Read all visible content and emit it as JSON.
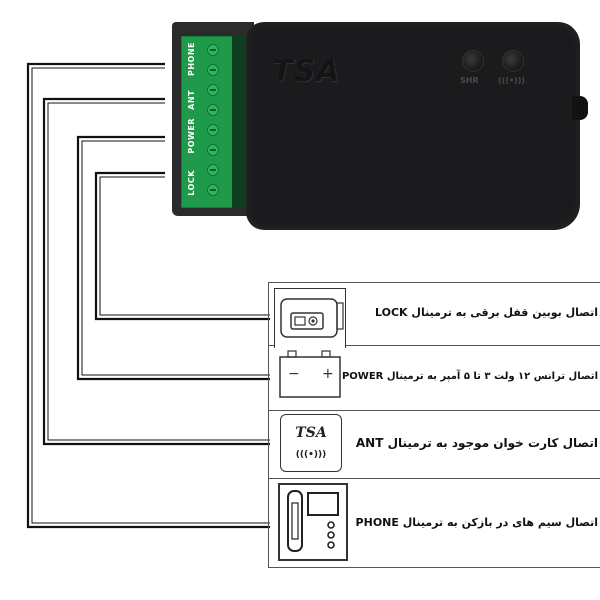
{
  "device": {
    "logo_text": "TSA",
    "terminals": [
      "PHONE",
      "ANT",
      "POWER",
      "LOCK"
    ],
    "led_labels": [
      "SHR",
      "(((•)))"
    ]
  },
  "connections": [
    {
      "terminal": "LOCK",
      "description": "اتصال بوبین قفل برقی به ترمینال LOCK",
      "icon": "lock-coil-icon"
    },
    {
      "terminal": "POWER",
      "description": "اتصال ترانس ۱۲ ولت ۳ تا ۵ آمپر به ترمینال POWER",
      "icon": "battery-icon"
    },
    {
      "terminal": "ANT",
      "description": "اتصال کارت خوان موجود به ترمینال ANT",
      "icon": "card-reader-icon"
    },
    {
      "terminal": "PHONE",
      "description": "اتصال سیم های در بازکن به ترمینال PHONE",
      "icon": "intercom-phone-icon"
    }
  ],
  "icons": {
    "card_reader_text": "TSA",
    "card_reader_wave": "(((•)))",
    "battery_minus": "−",
    "battery_plus": "+"
  }
}
